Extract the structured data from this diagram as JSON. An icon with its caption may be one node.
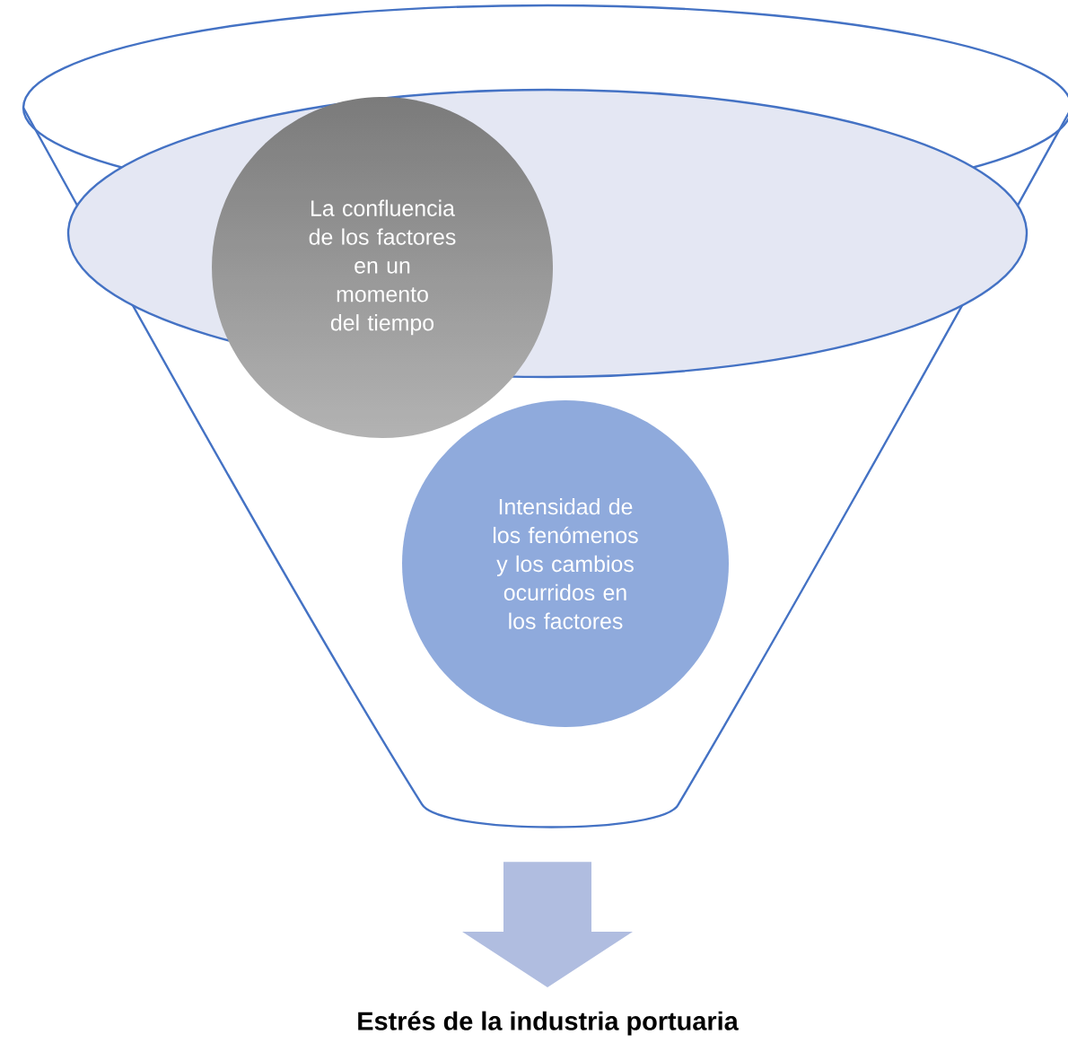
{
  "diagram": {
    "nodes": [
      {
        "text": [],
        "shape": "funnel"
      },
      {
        "text": [
          "La confluencia de los factores en un momento del tiempo"
        ],
        "in": 0
      },
      {
        "text": [
          "Intensidad de los fenómenos y los cambios ocurridos en los factores"
        ],
        "in": 0
      },
      {
        "text": [
          "Estrés de la industria portuaria"
        ]
      }
    ],
    "edges": [
      {
        "from": 0,
        "to": 3,
        "arrow": "to"
      }
    ]
  }
}
